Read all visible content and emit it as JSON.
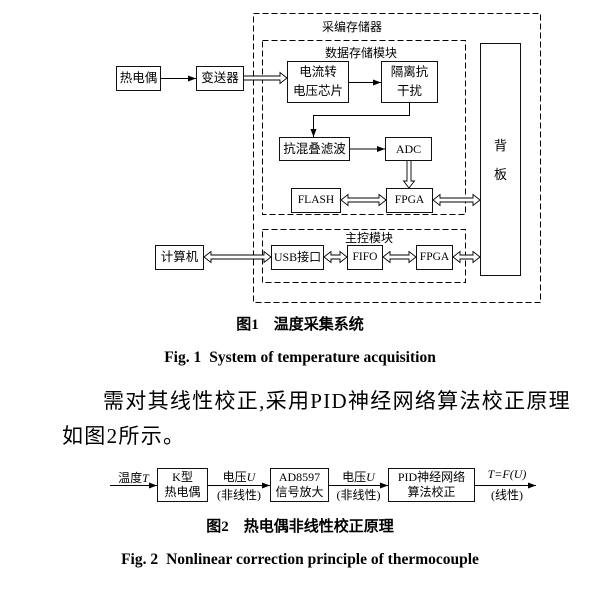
{
  "figure1": {
    "thermocouple": "热电偶",
    "transmitter": "变送器",
    "computer": "计算机",
    "storage_unit": {
      "title": "采编存储器",
      "data_module": {
        "title": "数据存储模块",
        "iv_chip": [
          "电流转",
          "电压芯片"
        ],
        "isolation": [
          "隔离抗",
          "干扰"
        ],
        "anti_aliasing": "抗混叠滤波",
        "adc": "ADC",
        "flash": "FLASH",
        "fpga": "FPGA"
      },
      "control_module": {
        "title": "主控模块",
        "usb": "USB接口",
        "fifo": "FIFO",
        "fpga": "FPGA"
      },
      "backplane": [
        "背",
        "板"
      ]
    },
    "caption_cn": {
      "number": "图1",
      "title": "温度采集系统"
    },
    "caption_en": {
      "number": "Fig. 1",
      "title": "System of temperature acquisition"
    }
  },
  "body_text": {
    "lines": [
      "需对其线性校正,采用PID神经网络算法校正原理",
      "如图2所示。"
    ]
  },
  "figure2": {
    "input": {
      "text": "温度",
      "var": "T"
    },
    "thermocouple": [
      "K型",
      "热电偶"
    ],
    "amplifier": [
      "AD8597",
      "信号放大"
    ],
    "corrector": [
      "PID神经网络",
      "算法校正"
    ],
    "signal_1": {
      "text": "电压",
      "var": "U",
      "note": "(非线性)"
    },
    "signal_2": {
      "text": "电压",
      "var": "U",
      "note": "(非线性)"
    },
    "output": {
      "formula": "T=F(U)",
      "note": "(线性)"
    },
    "caption_cn": {
      "number": "图2",
      "title": "热电偶非线性校正原理"
    },
    "caption_en": {
      "number": "Fig. 2",
      "title": "Nonlinear correction principle of thermocouple"
    }
  }
}
